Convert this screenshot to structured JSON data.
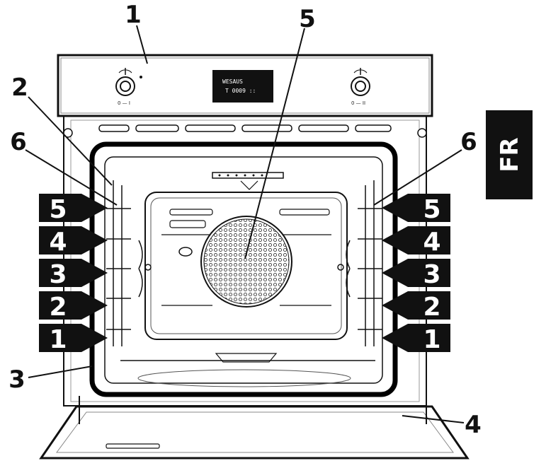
{
  "callouts": {
    "control_panel": "1",
    "side_runner": "2",
    "door_seal": "3",
    "door": "4",
    "fan": "5",
    "wire_rack_support": "6"
  },
  "shelf_levels": [
    "5",
    "4",
    "3",
    "2",
    "1"
  ],
  "language_tab": "FR",
  "display": {
    "line1": "WESAUS",
    "line2": "T 0009 ::"
  },
  "knob_labels": {
    "left": "0 — I",
    "right": "0 — II"
  },
  "colors": {
    "ink": "#111111",
    "label_fill": "#111111",
    "label_text": "#ffffff",
    "seal": "#000000",
    "display_bg": "#111111"
  }
}
